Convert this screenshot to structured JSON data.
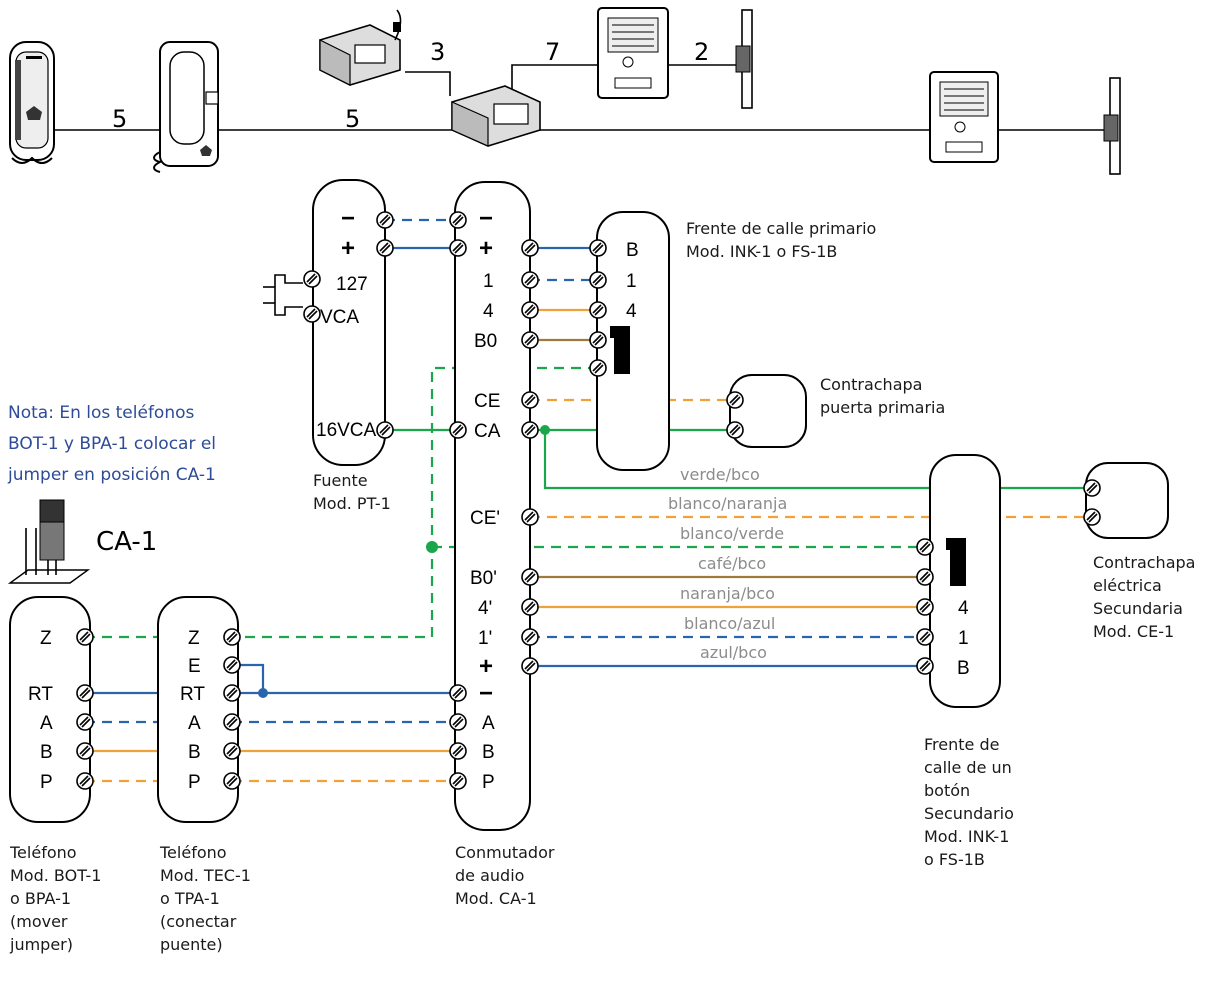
{
  "colors": {
    "blue": "#2a64ad",
    "green": "#1aa64b",
    "orange": "#f0a23a",
    "brown": "#9e7a3c",
    "wire_label": "#8c8c8c",
    "note": "#2e4b9a"
  },
  "top_line": {
    "wire_counts": [
      "5",
      "5",
      "3",
      "7",
      "2"
    ]
  },
  "psu": {
    "minus": "−",
    "plus": "+",
    "v127": "127",
    "vca": "VCA",
    "v16": "16VCA",
    "caption": [
      "Fuente",
      "Mod. PT-1"
    ]
  },
  "switcher": {
    "terminals": [
      "−",
      "+",
      "1",
      "4",
      "B0",
      "CE",
      "CA",
      "CE'",
      "B0'",
      "4'",
      "1'",
      "+",
      "−",
      "A",
      "B",
      "P"
    ],
    "caption": [
      "Conmutador",
      "de audio",
      "Mod. CA-1"
    ]
  },
  "front_primary": {
    "terminals": [
      "B",
      "1",
      "4"
    ],
    "caption": [
      "Frente de calle primario",
      "Mod. INK-1 o FS-1B"
    ]
  },
  "strike_primary": {
    "caption": [
      "Contrachapa",
      "puerta primaria"
    ]
  },
  "front_secondary": {
    "terminals": [
      "4",
      "1",
      "B"
    ],
    "caption": [
      "Frente de",
      "calle de un",
      "botón",
      "Secundario",
      "Mod. INK-1",
      "o FS-1B"
    ]
  },
  "strike_secondary": {
    "caption": [
      "Contrachapa",
      "eléctrica",
      "Secundaria",
      "Mod. CE-1"
    ]
  },
  "wire_labels": [
    "verde/bco",
    "blanco/naranja",
    "blanco/verde",
    "café/bco",
    "naranja/bco",
    "blanco/azul",
    "azul/bco"
  ],
  "phone_bot": {
    "terminals": [
      "Z",
      "RT",
      "A",
      "B",
      "P"
    ],
    "caption": [
      "Teléfono",
      "Mod. BOT-1",
      "o BPA-1",
      "(mover",
      "jumper)"
    ]
  },
  "phone_tec": {
    "terminals": [
      "Z",
      "E",
      "RT",
      "A",
      "B",
      "P"
    ],
    "caption": [
      "Teléfono",
      "Mod. TEC-1",
      "o TPA-1",
      "(conectar",
      "puente)"
    ]
  },
  "note": [
    "Nota: En los teléfonos",
    "BOT-1 y BPA-1 colocar el",
    "jumper en posición CA-1"
  ],
  "jumper_label": "CA-1"
}
